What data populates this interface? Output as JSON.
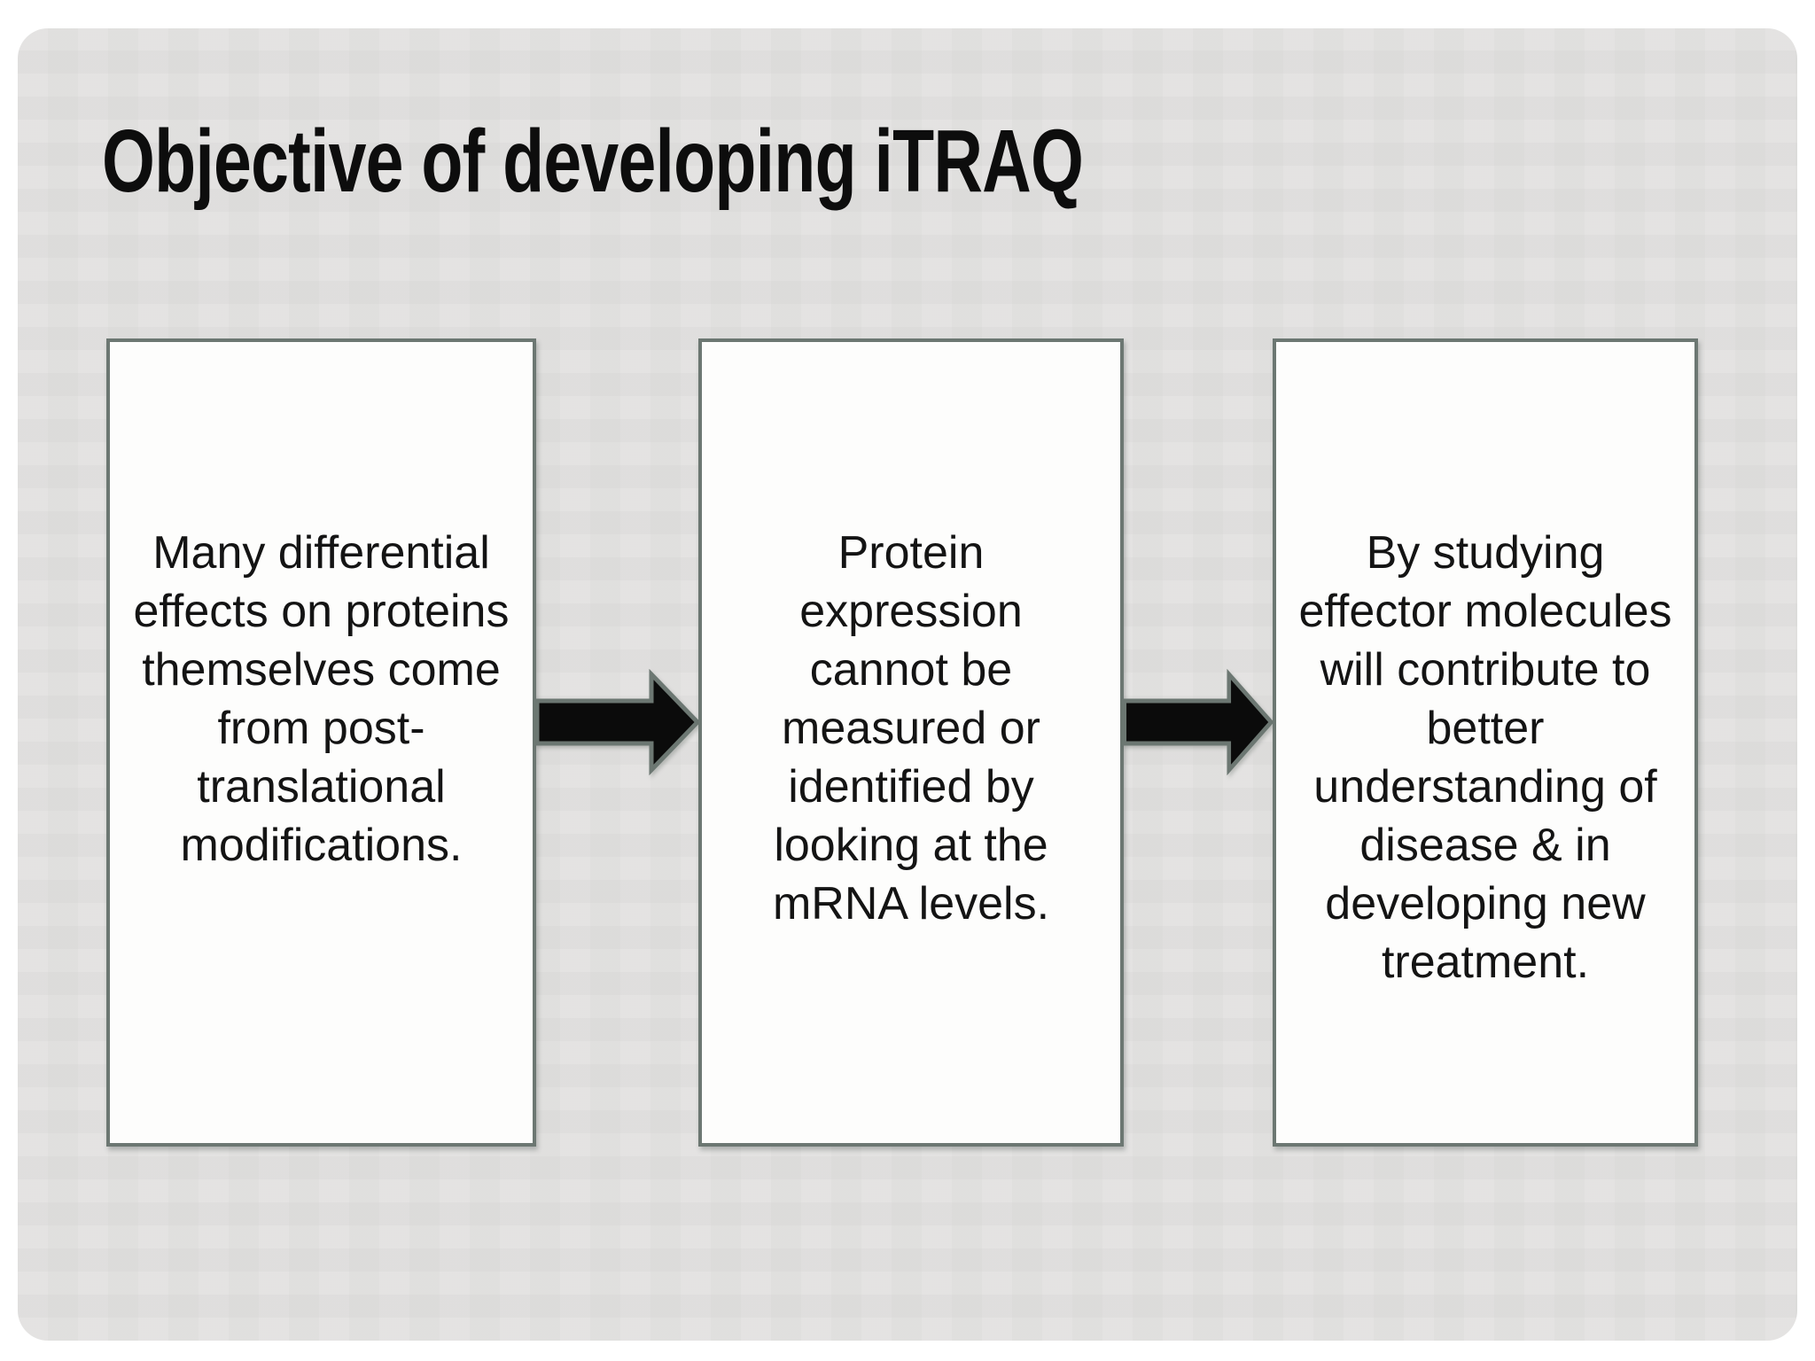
{
  "slide": {
    "title": "Objective of developing iTRAQ",
    "boxes": [
      {
        "text": "Many differential\neffects on proteins\nthemselves come\nfrom post-\ntranslational\nmodifications."
      },
      {
        "text": "Protein\nexpression\ncannot be\nmeasured or\nidentified by\nlooking at the\nmRNA levels."
      },
      {
        "text": "By studying\neffector molecules\nwill contribute to\nbetter\nunderstanding of\ndisease & in\ndeveloping new\ntreatment."
      }
    ],
    "icons": [
      {
        "name": "arrow-right-icon"
      },
      {
        "name": "arrow-right-icon"
      }
    ],
    "colors": {
      "page_bg": "#ffffff",
      "slide_bg": "#e2e1e0",
      "box_bg": "#fdfdfc",
      "box_border": "#6c7772",
      "arrow_fill": "#0b0b0b",
      "arrow_outline": "#6c7772",
      "title_color": "#0d0d0d",
      "text_color": "#141414"
    }
  }
}
